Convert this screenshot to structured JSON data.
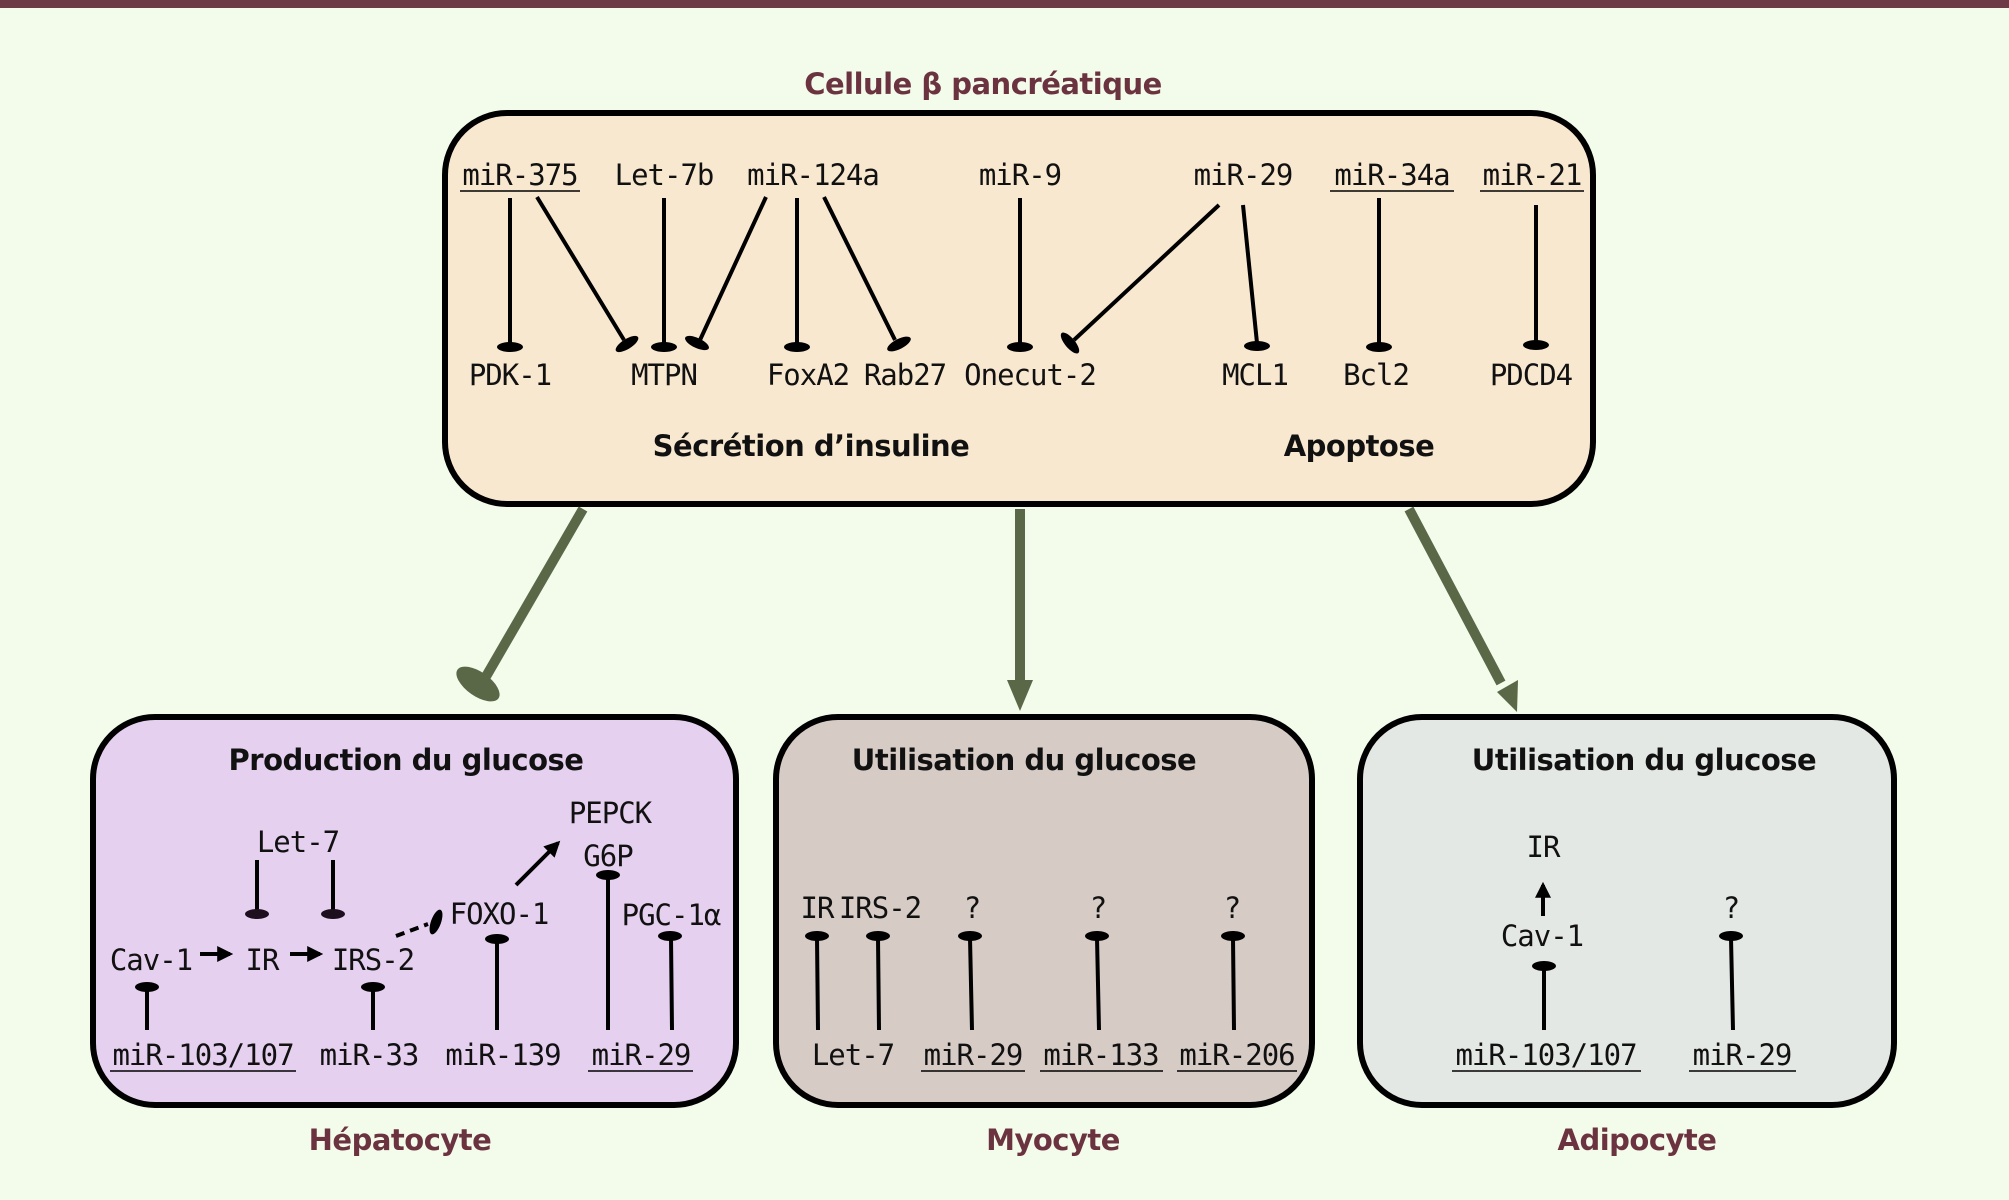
{
  "colors": {
    "background": "#f3fbeb",
    "top_bar": "#6e3a48",
    "caption": "#6b3340",
    "beta_cell_fill": "#f9e8d0",
    "hepatocyte_fill": "#e6d0f0",
    "myocyte_fill": "#d6cbc5",
    "adipocyte_fill": "#e4e8e4",
    "connector": "#5a6848"
  },
  "beta_cell": {
    "title": "Cellule β pancréatique",
    "mirnas": [
      "miR-375",
      "Let-7b",
      "miR-124a",
      "miR-9",
      "miR-29",
      "miR-34a",
      "miR-21"
    ],
    "underlined_mirnas": [
      "miR-375",
      "miR-34a",
      "miR-21"
    ],
    "targets": [
      "PDK-1",
      "MTPN",
      "FoxA2",
      "Rab27",
      "Onecut-2",
      "MCL1",
      "Bcl2",
      "PDCD4"
    ],
    "groups": [
      "Sécrétion d’insuline",
      "Apoptose"
    ],
    "interactions": [
      {
        "from": "miR-375",
        "to": "PDK-1",
        "type": "inhibition"
      },
      {
        "from": "miR-375",
        "to": "MTPN",
        "type": "inhibition"
      },
      {
        "from": "Let-7b",
        "to": "MTPN",
        "type": "inhibition"
      },
      {
        "from": "miR-124a",
        "to": "MTPN",
        "type": "inhibition"
      },
      {
        "from": "miR-124a",
        "to": "FoxA2",
        "type": "inhibition"
      },
      {
        "from": "miR-124a",
        "to": "Rab27",
        "type": "inhibition"
      },
      {
        "from": "miR-9",
        "to": "Onecut-2",
        "type": "inhibition"
      },
      {
        "from": "miR-29",
        "to": "Onecut-2",
        "type": "inhibition"
      },
      {
        "from": "miR-29",
        "to": "MCL1",
        "type": "inhibition"
      },
      {
        "from": "miR-34a",
        "to": "Bcl2",
        "type": "inhibition"
      },
      {
        "from": "miR-21",
        "to": "PDCD4",
        "type": "inhibition"
      }
    ]
  },
  "links": [
    {
      "from": "Cellule β pancréatique",
      "to": "Hépatocyte",
      "type": "inhibition"
    },
    {
      "from": "Cellule β pancréatique",
      "to": "Myocyte",
      "type": "activation"
    },
    {
      "from": "Cellule β pancréatique",
      "to": "Adipocyte",
      "type": "activation"
    }
  ],
  "hepatocyte": {
    "caption": "Hépatocyte",
    "title": "Production du glucose",
    "nodes": {
      "let7": "Let-7",
      "cav1": "Cav-1",
      "ir": "IR",
      "irs2": "IRS-2",
      "foxo1": "FOXO-1",
      "pepck": "PEPCK",
      "g6p": "G6P",
      "pgc1a": "PGC-1α"
    },
    "mirnas": [
      "miR-103/107",
      "miR-33",
      "miR-139",
      "miR-29"
    ],
    "underlined_mirnas": [
      "miR-103/107",
      "miR-29"
    ]
  },
  "myocyte": {
    "caption": "Myocyte",
    "title": "Utilisation du glucose",
    "targets": [
      "IR",
      "IRS-2",
      "?",
      "?",
      "?"
    ],
    "mirnas": [
      "Let-7",
      "miR-29",
      "miR-133",
      "miR-206"
    ],
    "underlined_mirnas": [
      "miR-29",
      "miR-133",
      "miR-206"
    ]
  },
  "adipocyte": {
    "caption": "Adipocyte",
    "title": "Utilisation du glucose",
    "nodes": {
      "ir": "IR",
      "cav1": "Cav-1",
      "unknown": "?"
    },
    "mirnas": [
      "miR-103/107",
      "miR-29"
    ],
    "underlined_mirnas": [
      "miR-103/107",
      "miR-29"
    ]
  }
}
